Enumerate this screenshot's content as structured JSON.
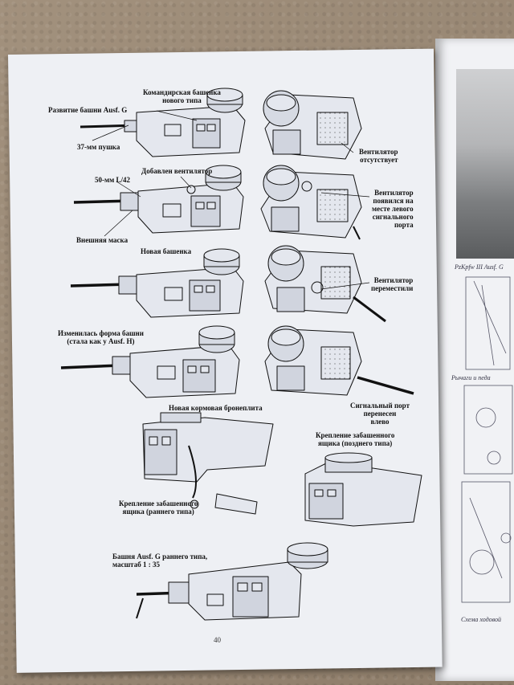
{
  "labels": {
    "t1_cupola": "Командирская башенка\nнового типа",
    "t1_title": "Развитие башни Ausf. G",
    "t1_gun": "37-мм пушка",
    "t2_vent": "Добавлен вентилятор",
    "t2_gun": "50-мм L/42",
    "t2_mask": "Внешняя маска",
    "t3_cupola": "Новая башенка",
    "t4_shape": "Изменилась форма башни\n(стала как у Ausf. H)",
    "t4_plate": "Новая кормовая бронеплита",
    "r1_note": "Вентилятор\nотсутствует",
    "r2_note": "Вентилятор\nпоявился на\nместе левого\nсигнального\nпорта",
    "r3_note": "Вентилятор\nпереместили",
    "r4_note": "Сигнальный порт\nперенесен\nвлево",
    "mount_early": "Крепление забашенного\nящика (раннего типа)",
    "mount_late": "Крепление забашенного\nящика (позднего типа)",
    "scale_caption": "Башня Ausf. G раннего типа,\nмасштаб 1 : 35",
    "page_number": "40"
  },
  "right_page": {
    "photo_caption": "PzKpfw III Ausf. G",
    "side_caption_1": "Рычаги и педа",
    "side_caption_2": "Схема ходовой"
  }
}
